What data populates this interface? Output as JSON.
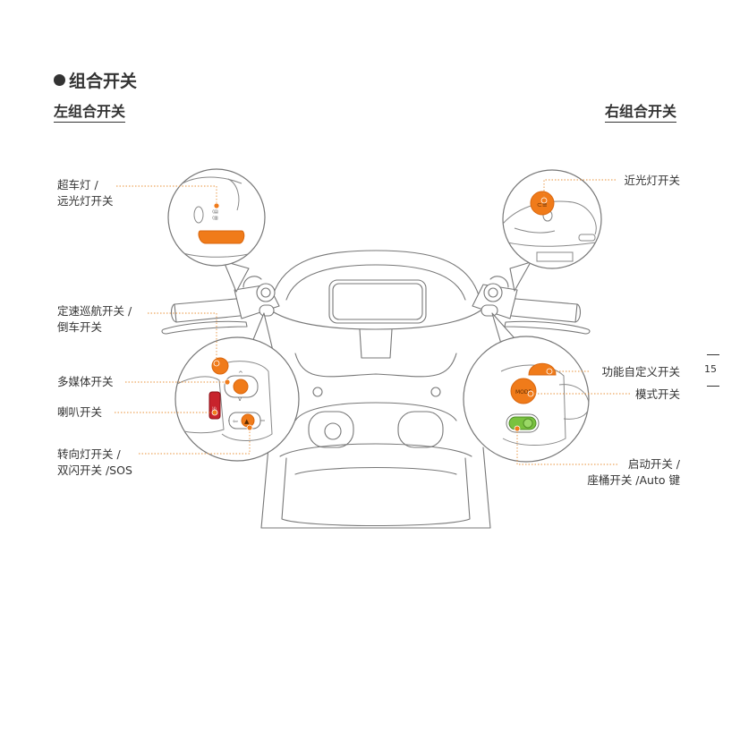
{
  "header": {
    "title": "组合开关",
    "left_heading": "左组合开关",
    "right_heading": "右组合开关"
  },
  "left_labels": {
    "passing_light": "超车灯 /",
    "high_beam": "远光灯开关",
    "cruise": "定速巡航开关 /",
    "reverse": "倒车开关",
    "multimedia": "多媒体开关",
    "horn": "喇叭开关",
    "turn_signal": "转向灯开关 /",
    "hazard_sos": "双闪开关 /SOS"
  },
  "right_labels": {
    "low_beam": "近光灯开关",
    "custom_function": "功能自定义开关",
    "mode": "模式开关",
    "start": "启动开关 /",
    "seat_auto": "座桶开关 /Auto 键"
  },
  "button_text": {
    "mode": "MODE"
  },
  "page_number": "15",
  "colors": {
    "accent": "#F07B1A",
    "accent_dark": "#D9660D",
    "green": "#79C23F",
    "horn_red": "#C8232C",
    "line": "#777777",
    "leader": "#E8913A"
  }
}
